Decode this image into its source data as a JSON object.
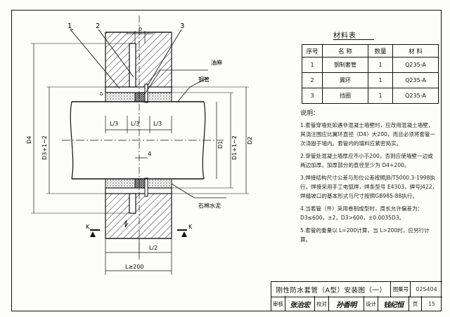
{
  "drawing": {
    "callouts": [
      "1",
      "2",
      "3"
    ],
    "dim_b": "b",
    "dim_delta": "δ",
    "dim_4": "4",
    "labels": {
      "oil_hemp": "油麻",
      "steel_pipe": "钢管",
      "asbestos_cement": "石棉水泥"
    },
    "dims": {
      "L3a": "L/3",
      "L3b": "L/3",
      "L3c": "L/3",
      "L2": "L/2",
      "Lmin": "L≥200",
      "D4": "D4",
      "D3": "D3+1~2",
      "D1": "D1",
      "D1b": "D1+1~2",
      "D2": "D2",
      "K": "K"
    }
  },
  "materials": {
    "title": "材料表",
    "headers": [
      "序号",
      "名   称",
      "数量",
      "材   料"
    ],
    "rows": [
      {
        "no": "1",
        "name": "钢制套管",
        "qty": "1",
        "mat": "Q235-A"
      },
      {
        "no": "2",
        "name": "翼环",
        "qty": "1",
        "mat": "Q235-A"
      },
      {
        "no": "3",
        "name": "挡圈",
        "qty": "1",
        "mat": "Q235-A"
      }
    ]
  },
  "notes": {
    "heading": "说明：",
    "items": [
      "1.套管穿墙处如遇非混凝土墙壁时，应改用混凝土墙壁，其浇注围应比翼环直径（D4）大200，而且必须将套管一次浇固于墙内。套管内的填料应紧密捣实。",
      "2.穿管处混凝土墙厚应不小于200，否则应使墙壁一边或两边加厚。加厚部分的直径至少为 D4+200。",
      "3.焊接结构尺寸公差与形位公差按照JB/T5000.3-1998执行。焊接采用手工电弧焊，焊条型号 E4303，牌号J422，焊缝坡口的基本形式与尺寸按照GB985-88执行。",
      "4.当套管（件）采用卷制成型时，周长允许偏差为：D3≤600，±2，D3>600，±0.0035D3。",
      "5.套管的重量以 L=200计算，当 L>200时，应另行计算。"
    ]
  },
  "title_block": {
    "title": "刚性防水套管（A型）安装图（一）",
    "set_label": "图集号",
    "set_no": "02S404",
    "review_label": "审核",
    "review_sig": "张治宏",
    "check_label": "校对",
    "check_sig": "孙香明",
    "design_label": "设计",
    "design_sig": "钱纪恒",
    "page_label": "页",
    "page_no": "15"
  }
}
